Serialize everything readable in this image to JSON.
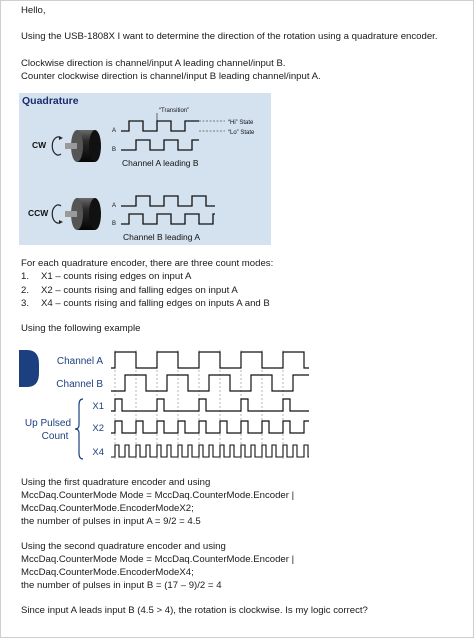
{
  "text": {
    "greeting": "Hello,",
    "intro": "Using the USB-1808X I want to determine the direction of the rotation using a quadrature encoder.",
    "cw_line": "Clockwise direction is channel/input A leading channel/input B.",
    "ccw_line": "Counter clockwise direction is channel/input B leading channel/input A.",
    "modes_intro": "For each quadrature encoder, there are three count modes:",
    "modes": [
      {
        "num": "1.",
        "text": "X1 – counts rising edges on input A"
      },
      {
        "num": "2.",
        "text": "X2 – counts rising and falling edges on input A"
      },
      {
        "num": "3.",
        "text": "X4 – counts rising and falling edges on inputs A and B"
      }
    ],
    "example_intro": "Using the following example",
    "first_a": "Using the first quadrature encoder and using",
    "first_b": "MccDaq.CounterMode Mode = MccDaq.CounterMode.Encoder |",
    "first_c": "MccDaq.CounterMode.EncoderModeX2;",
    "first_d": "the number of pulses in input A = 9/2 = 4.5",
    "second_a": "Using the second quadrature encoder and using",
    "second_b": "MccDaq.CounterMode Mode = MccDaq.CounterMode.Encoder |",
    "second_c": "MccDaq.CounterMode.EncoderModeX4;",
    "second_d": "the number of pulses in input B = (17 – 9)/2 = 4",
    "conclusion": "Since input A leads input B (4.5 > 4), the rotation is clockwise. Is my logic correct?"
  },
  "figure1": {
    "title": "Quadrature",
    "cw": "CW",
    "ccw": "CCW",
    "transition": "“Transition”",
    "hi": "“Hi” State",
    "lo": "“Lo” State",
    "a": "A",
    "b": "B",
    "caption_a": "Channel A leading B",
    "caption_b": "Channel B leading A",
    "colors": {
      "background": "#d4e2f0",
      "title": "#1a2c6b"
    }
  },
  "figure2": {
    "channel_a": "Channel A",
    "channel_b": "Channel B",
    "up_pulsed": "Up Pulsed",
    "count": "Count",
    "x1": "X1",
    "x2": "X2",
    "x4": "X4",
    "colors": {
      "label": "#1c3f80",
      "tab": "#1c3f80"
    }
  }
}
